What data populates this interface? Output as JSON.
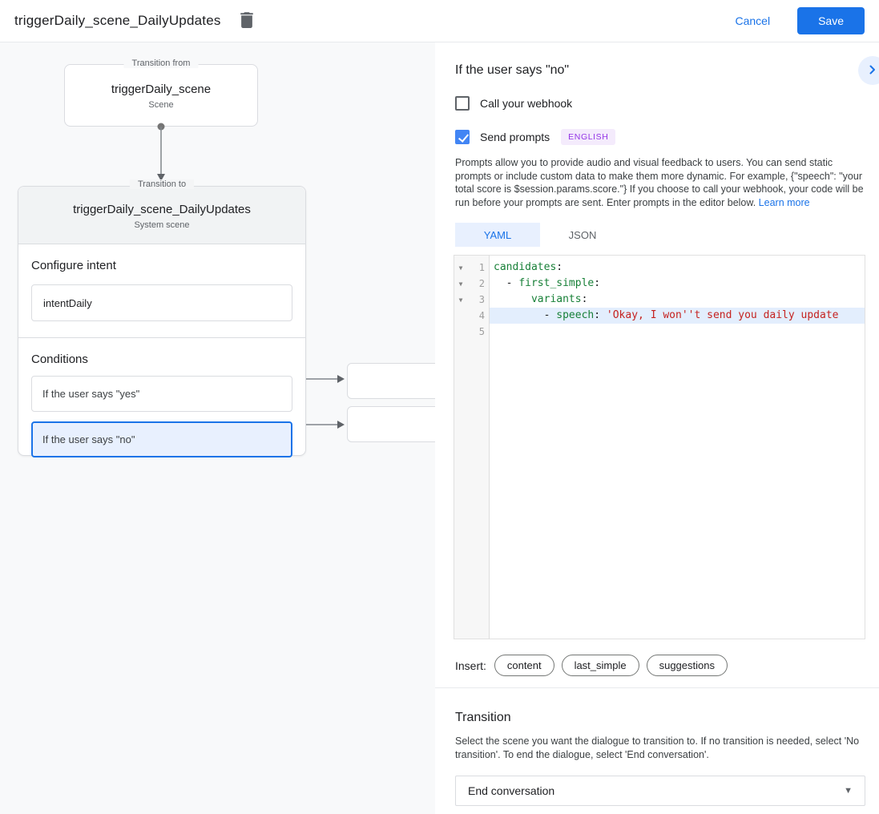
{
  "header": {
    "title": "triggerDaily_scene_DailyUpdates",
    "cancel_label": "Cancel",
    "save_label": "Save"
  },
  "flow": {
    "from": {
      "legend": "Transition from",
      "title": "triggerDaily_scene",
      "subtitle": "Scene"
    },
    "to": {
      "legend": "Transition to",
      "title": "triggerDaily_scene_DailyUpdates",
      "subtitle": "System scene",
      "configure_intent_label": "Configure intent",
      "intent_value": "intentDaily",
      "conditions_label": "Conditions",
      "conditions": [
        {
          "label": "If the user says \"yes\"",
          "selected": false
        },
        {
          "label": "If the user says \"no\"",
          "selected": true
        }
      ]
    }
  },
  "panel": {
    "title": "If the user says \"no\"",
    "webhook": {
      "label": "Call your webhook",
      "checked": false
    },
    "send_prompts": {
      "label": "Send prompts",
      "badge": "ENGLISH",
      "checked": true
    },
    "description": "Prompts allow you to provide audio and visual feedback to users. You can send static prompts or include custom data to make them more dynamic. For example, {\"speech\": \"your total score is $session.params.score.\"} If you choose to call your webhook, your code will be run before your prompts are sent. Enter prompts in the editor below. ",
    "learn_more": "Learn more",
    "tabs": [
      {
        "label": "YAML",
        "active": true
      },
      {
        "label": "JSON",
        "active": false
      }
    ],
    "editor": {
      "lines": [
        {
          "num": 1,
          "fold": true,
          "highlight": false,
          "segments": [
            {
              "text": "candidates",
              "type": "key"
            },
            {
              "text": ":",
              "type": "plain"
            }
          ]
        },
        {
          "num": 2,
          "fold": true,
          "highlight": false,
          "segments": [
            {
              "text": "  - ",
              "type": "plain"
            },
            {
              "text": "first_simple",
              "type": "key"
            },
            {
              "text": ":",
              "type": "plain"
            }
          ]
        },
        {
          "num": 3,
          "fold": true,
          "highlight": false,
          "segments": [
            {
              "text": "      ",
              "type": "plain"
            },
            {
              "text": "variants",
              "type": "key"
            },
            {
              "text": ":",
              "type": "plain"
            }
          ]
        },
        {
          "num": 4,
          "fold": false,
          "highlight": true,
          "segments": [
            {
              "text": "        - ",
              "type": "plain"
            },
            {
              "text": "speech",
              "type": "key"
            },
            {
              "text": ": ",
              "type": "plain"
            },
            {
              "text": "'Okay, I won''t send you daily update",
              "type": "string"
            }
          ]
        },
        {
          "num": 5,
          "fold": false,
          "highlight": false,
          "segments": []
        }
      ]
    },
    "insert_label": "Insert:",
    "chips": [
      "content",
      "last_simple",
      "suggestions"
    ],
    "transition": {
      "heading": "Transition",
      "description": "Select the scene you want the dialogue to transition to. If no transition is needed, select 'No transition'. To end the dialogue, select 'End conversation'.",
      "value": "End conversation"
    }
  },
  "colors": {
    "accent_blue": "#1a73e8",
    "checkbox_blue": "#4285f4",
    "selected_condition_bg": "#e8f0fe",
    "badge_bg": "#f4ebfc",
    "badge_text": "#9334e6",
    "code_key_green": "#188038",
    "code_string_red": "#c5221f",
    "code_highlight": "#e3eefd",
    "canvas_bg": "#f8f9fa",
    "border_gray": "#dadce0"
  }
}
